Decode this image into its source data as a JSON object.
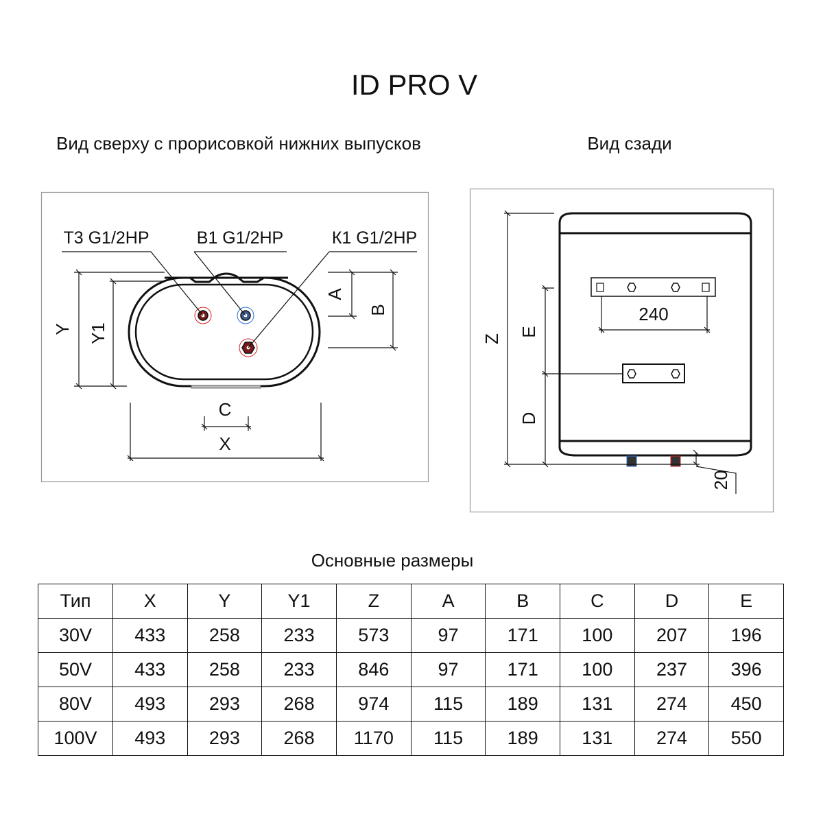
{
  "title": "ID PRO V",
  "top_view": {
    "caption": "Вид сверху с прорисовкой нижних выпусков",
    "labels": {
      "t3": "Т3 G1/2HP",
      "b1": "В1 G1/2HP",
      "k1": "К1 G1/2HP"
    },
    "dims": {
      "y": "Y",
      "y1": "Y1",
      "a": "A",
      "b": "B",
      "c": "C",
      "x": "X"
    }
  },
  "back_view": {
    "caption": "Вид сзади",
    "dims": {
      "z": "Z",
      "e": "E",
      "d": "D",
      "bracket": "240",
      "offset": "20"
    }
  },
  "table": {
    "caption": "Основные размеры",
    "headers": [
      "Тип",
      "X",
      "Y",
      "Y1",
      "Z",
      "A",
      "B",
      "C",
      "D",
      "E"
    ],
    "rows": [
      [
        "30V",
        "433",
        "258",
        "233",
        "573",
        "97",
        "171",
        "100",
        "207",
        "196"
      ],
      [
        "50V",
        "433",
        "258",
        "233",
        "846",
        "97",
        "171",
        "100",
        "237",
        "396"
      ],
      [
        "80V",
        "493",
        "293",
        "268",
        "974",
        "115",
        "189",
        "131",
        "274",
        "450"
      ],
      [
        "100V",
        "493",
        "293",
        "268",
        "1170",
        "115",
        "189",
        "131",
        "274",
        "550"
      ]
    ]
  },
  "colors": {
    "hot": "#d42020",
    "cold": "#2a6fd6"
  }
}
